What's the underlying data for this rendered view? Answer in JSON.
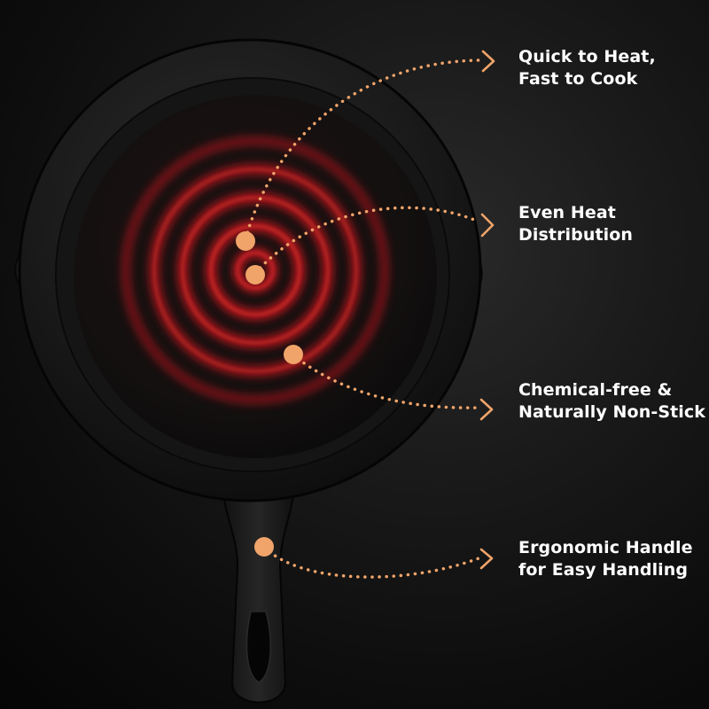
{
  "colors": {
    "accent": "#F0A46A",
    "heat_red": "#D0141C",
    "text": "#FFFFFF",
    "pan": "#1B1B1B",
    "background": "#111111"
  },
  "features": [
    {
      "id": "quick-heat",
      "lines": [
        "Quick to Heat,",
        "Fast to Cook"
      ]
    },
    {
      "id": "even-heat",
      "lines": [
        "Even Heat",
        "Distribution"
      ]
    },
    {
      "id": "chemical-free",
      "lines": [
        "Chemical-free &",
        "Naturally Non-Stick"
      ]
    },
    {
      "id": "ergonomic-handle",
      "lines": [
        "Ergonomic Handle",
        "for Easy Handling"
      ]
    }
  ]
}
